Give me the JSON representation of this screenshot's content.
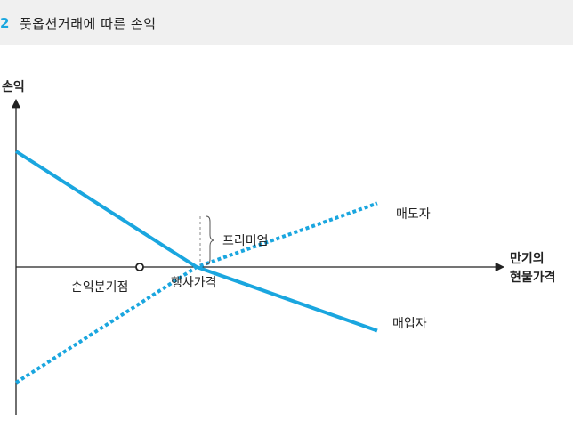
{
  "header": {
    "figure_number": "2",
    "title": "풋옵션거래에 따른 손익"
  },
  "chart_data": {
    "type": "line",
    "title": "풋옵션거래에 따른 손익",
    "ylabel": "손익",
    "xlabel_lines": [
      "만기의",
      "현물가격"
    ],
    "annotations": {
      "breakeven": "손익분기점",
      "strike": "행사가격",
      "premium": "프리미엄"
    },
    "series": [
      {
        "name": "매도자",
        "style": "dotted",
        "color": "#1aa6df",
        "x": [
          0,
          20.3,
          40.6
        ],
        "y": [
          -1.0,
          0.0,
          0.55
        ]
      },
      {
        "name": "매입자",
        "style": "solid",
        "color": "#1aa6df",
        "x": [
          0,
          20.3,
          40.6
        ],
        "y": [
          1.0,
          0.0,
          -0.55
        ]
      }
    ]
  }
}
